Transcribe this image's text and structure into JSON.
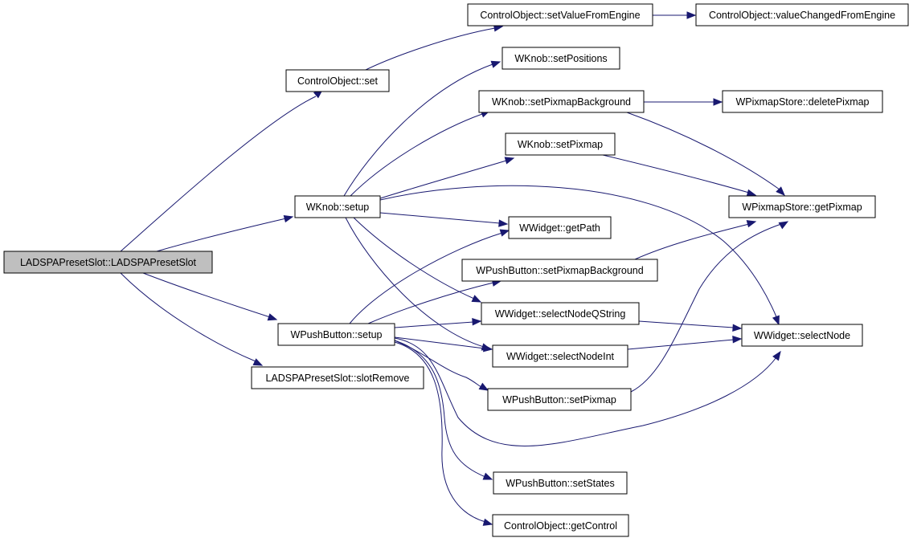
{
  "colors": {
    "edge": "#191970",
    "node_border": "#000000",
    "root_fill": "#bfbfbf",
    "node_fill": "#ffffff"
  },
  "nodes": [
    {
      "id": "root",
      "label": "LADSPAPresetSlot::LADSPAPresetSlot",
      "root": true
    },
    {
      "id": "co_set",
      "label": "ControlObject::set"
    },
    {
      "id": "co_setValueFromEngine",
      "label": "ControlObject::setValueFromEngine"
    },
    {
      "id": "co_valueChangedFromEngine",
      "label": "ControlObject::valueChangedFromEngine"
    },
    {
      "id": "wknob_setup",
      "label": "WKnob::setup"
    },
    {
      "id": "wknob_setPositions",
      "label": "WKnob::setPositions"
    },
    {
      "id": "wknob_setPixmapBackground",
      "label": "WKnob::setPixmapBackground"
    },
    {
      "id": "wps_deletePixmap",
      "label": "WPixmapStore::deletePixmap"
    },
    {
      "id": "wknob_setPixmap",
      "label": "WKnob::setPixmap"
    },
    {
      "id": "wps_getPixmap",
      "label": "WPixmapStore::getPixmap"
    },
    {
      "id": "ww_getPath",
      "label": "WWidget::getPath"
    },
    {
      "id": "wpb_setPixmapBackground",
      "label": "WPushButton::setPixmapBackground"
    },
    {
      "id": "ww_selectNodeQString",
      "label": "WWidget::selectNodeQString"
    },
    {
      "id": "ww_selectNode",
      "label": "WWidget::selectNode"
    },
    {
      "id": "wpb_setup",
      "label": "WPushButton::setup"
    },
    {
      "id": "ww_selectNodeInt",
      "label": "WWidget::selectNodeInt"
    },
    {
      "id": "lps_slotRemove",
      "label": "LADSPAPresetSlot::slotRemove"
    },
    {
      "id": "wpb_setPixmap",
      "label": "WPushButton::setPixmap"
    },
    {
      "id": "wpb_setStates",
      "label": "WPushButton::setStates"
    },
    {
      "id": "co_getControl",
      "label": "ControlObject::getControl"
    }
  ]
}
